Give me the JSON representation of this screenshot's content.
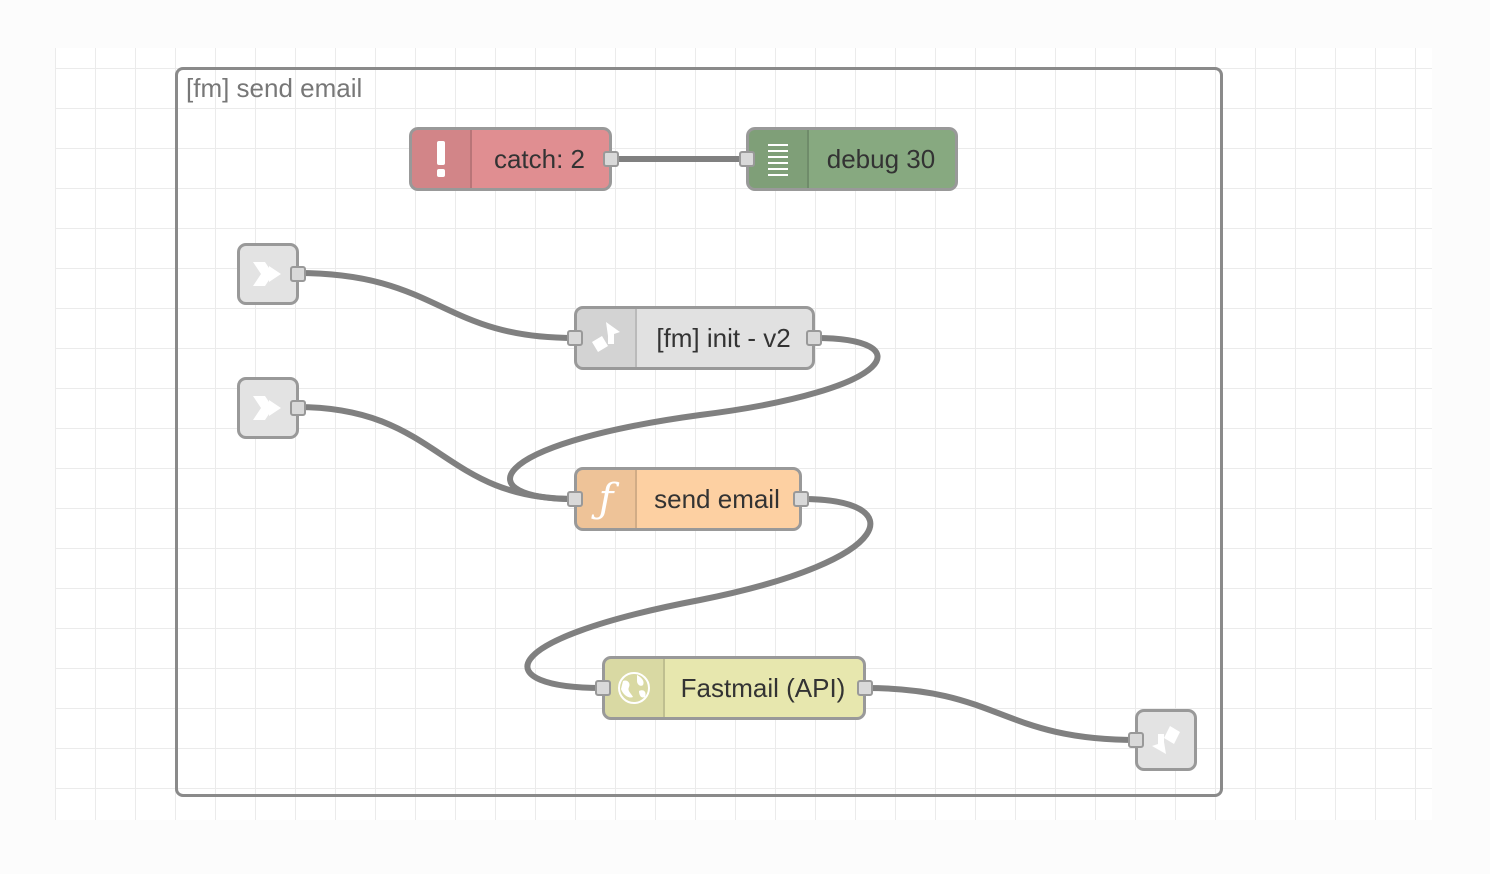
{
  "group": {
    "label": "[fm] send email"
  },
  "nodes": {
    "catch": {
      "label": "catch: 2",
      "color": "#e08e91",
      "icon": "exclamation-icon"
    },
    "debug": {
      "label": "debug 30",
      "color": "#87a980",
      "icon": "list-icon"
    },
    "init": {
      "label": "[fm] init - v2",
      "color": "#e1e1e1",
      "icon": "subflow-icon"
    },
    "send": {
      "label": "send email",
      "color": "#fdd0a2",
      "icon": "function-icon"
    },
    "fastmail": {
      "label": "Fastmail (API)",
      "color": "#e7e7ae",
      "icon": "globe-icon"
    },
    "link_in_1": {
      "icon": "link-in-icon"
    },
    "link_in_2": {
      "icon": "link-in-icon"
    },
    "link_out": {
      "icon": "link-out-icon"
    }
  },
  "colors": {
    "wire": "#808080",
    "port": "#d9d9d9",
    "border": "#999999",
    "grid": "#ebebeb"
  }
}
